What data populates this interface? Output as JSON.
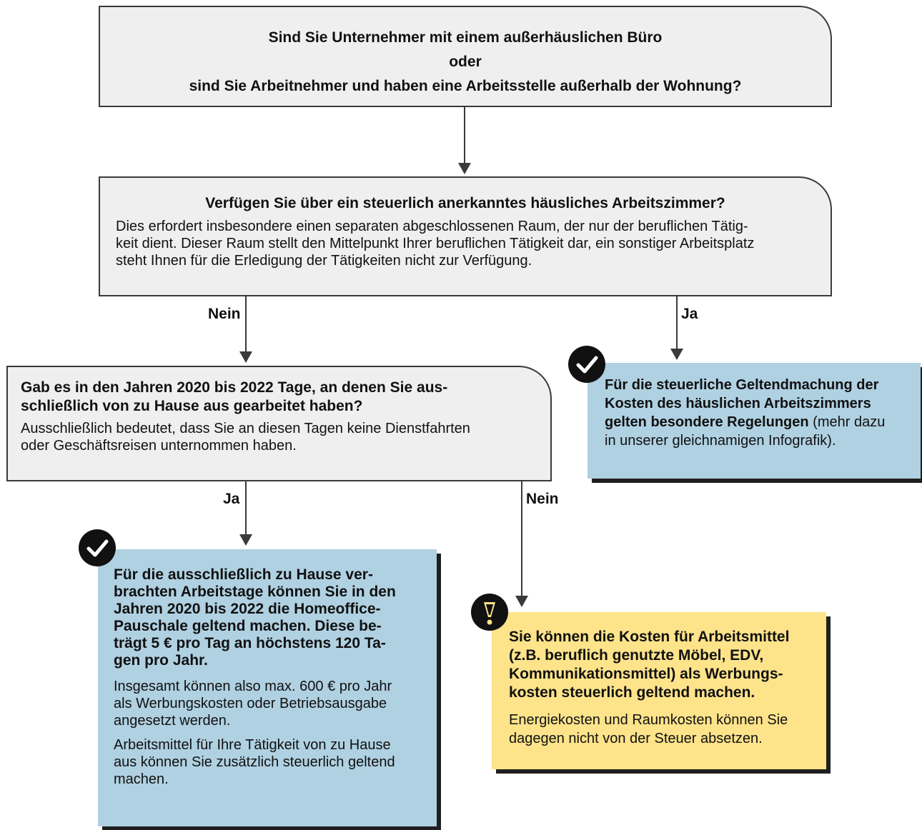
{
  "question1": {
    "lines": [
      "Sind Sie Unternehmer mit einem außerhäuslichen Büro",
      "oder",
      "sind Sie Arbeitnehmer und haben eine Arbeitsstelle außerhalb der Wohnung?"
    ]
  },
  "question2": {
    "title": "Verfügen Sie über ein steuerlich anerkanntes häusliches Arbeitszimmer?",
    "lines": [
      "Dies erfordert insbesondere einen separaten abgeschlossenen Raum, der nur der beruflichen Tätig-",
      "keit dient. Dieser Raum stellt den Mittelpunkt Ihrer beruflichen Tätigkeit dar, ein sonstiger Arbeitsplatz",
      "steht Ihnen für die Erledigung der Tätigkeiten nicht zur Verfügung."
    ]
  },
  "question3": {
    "title_lines": [
      "Gab es in den Jahren 2020 bis 2022 Tage, an denen Sie aus-",
      "schließlich von zu Hause aus gearbeitet haben?"
    ],
    "lines": [
      "Ausschließlich bedeutet, dass Sie an diesen Tagen keine Dienstfahrten",
      "oder Geschäftsreisen unternommen haben."
    ]
  },
  "labels": {
    "q2_no": "Nein",
    "q2_yes": "Ja",
    "q3_yes": "Ja",
    "q3_no": "Nein"
  },
  "result_arbeitszimmer": {
    "bold_lines": [
      "Für die steuerliche Geltendmachung der",
      "Kosten des häuslichen Arbeitszimmers",
      "gelten besondere Regelungen"
    ],
    "tail": " (mehr dazu",
    "rest_lines": [
      "in unserer gleichnamigen Infografik)."
    ]
  },
  "result_homeoffice": {
    "lead_lines": [
      "Für die ausschließlich zu Hause ver-",
      "brachten Arbeitstage können Sie in den",
      "Jahren 2020 bis 2022 die Homeoffice-",
      "Pauschale geltend machen. Diese be-",
      "trägt 5 € pro Tag an höchstens 120 Ta-",
      "gen pro Jahr."
    ],
    "para1_lines": [
      "Insgesamt können also max. 600 € pro Jahr",
      "als Werbungskosten oder Betriebsausgabe",
      "angesetzt werden."
    ],
    "para2_lines": [
      "Arbeitsmittel für Ihre Tätigkeit von zu Hause",
      "aus können Sie zusätzlich steuerlich geltend",
      "machen."
    ]
  },
  "result_arbeitsmittel": {
    "lead_lines": [
      "Sie können die Kosten für Arbeitsmittel",
      "(z.B. beruflich genutzte Möbel, EDV,",
      "Kommunikationsmittel) als Werbungs-",
      "kosten steuerlich geltend machen."
    ],
    "para_lines": [
      "Energiekosten und Raumkosten können Sie",
      "dagegen nicht von der Steuer absetzen."
    ]
  },
  "icons": {
    "check": "check-icon",
    "warning": "exclamation-icon"
  },
  "colors": {
    "question_bg": "#efefef",
    "result_blue": "#b0d1e2",
    "result_yellow": "#fde38a",
    "stroke": "#3a3a3a"
  }
}
